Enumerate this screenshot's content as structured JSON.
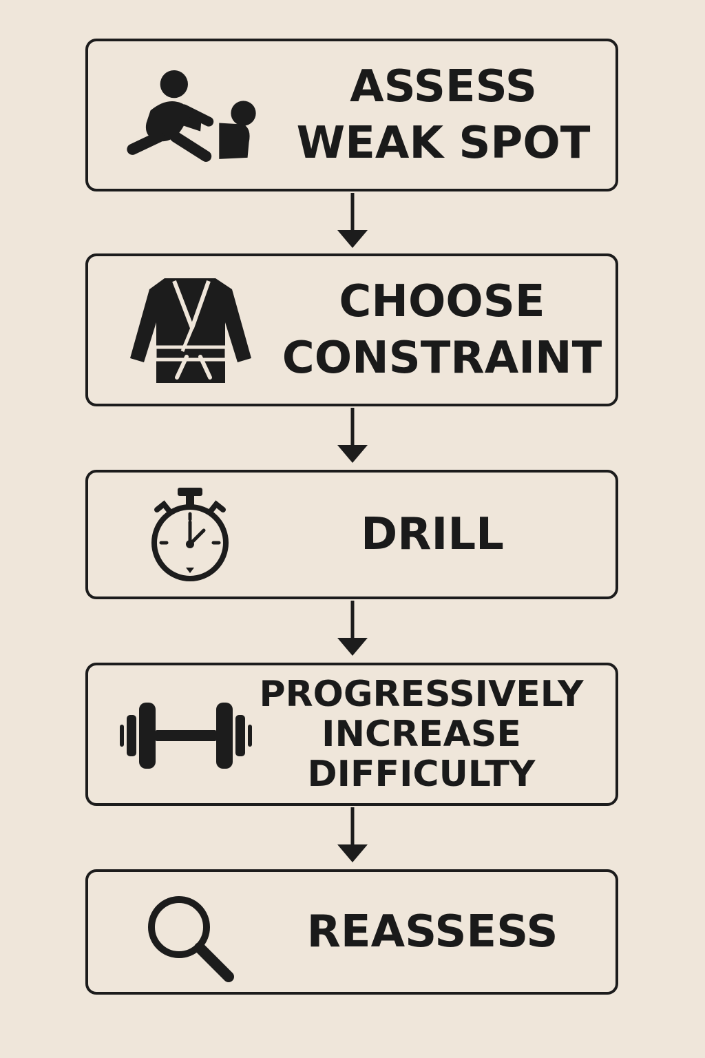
{
  "colors": {
    "background": "#efe6da",
    "ink": "#1c1c1c"
  },
  "steps": [
    {
      "icon": "grappling-figures-icon",
      "lines": [
        "ASSESS",
        "WEAK SPOT"
      ]
    },
    {
      "icon": "gi-jacket-icon",
      "lines": [
        "CHOOSE",
        "CONSTRAINT"
      ]
    },
    {
      "icon": "stopwatch-icon",
      "lines": [
        "DRILL"
      ]
    },
    {
      "icon": "dumbbell-icon",
      "lines": [
        "PROGRESSIVELY",
        "INCREASE",
        "DIFFICULTY"
      ]
    },
    {
      "icon": "magnifying-glass-icon",
      "lines": [
        "REASSESS"
      ]
    }
  ]
}
